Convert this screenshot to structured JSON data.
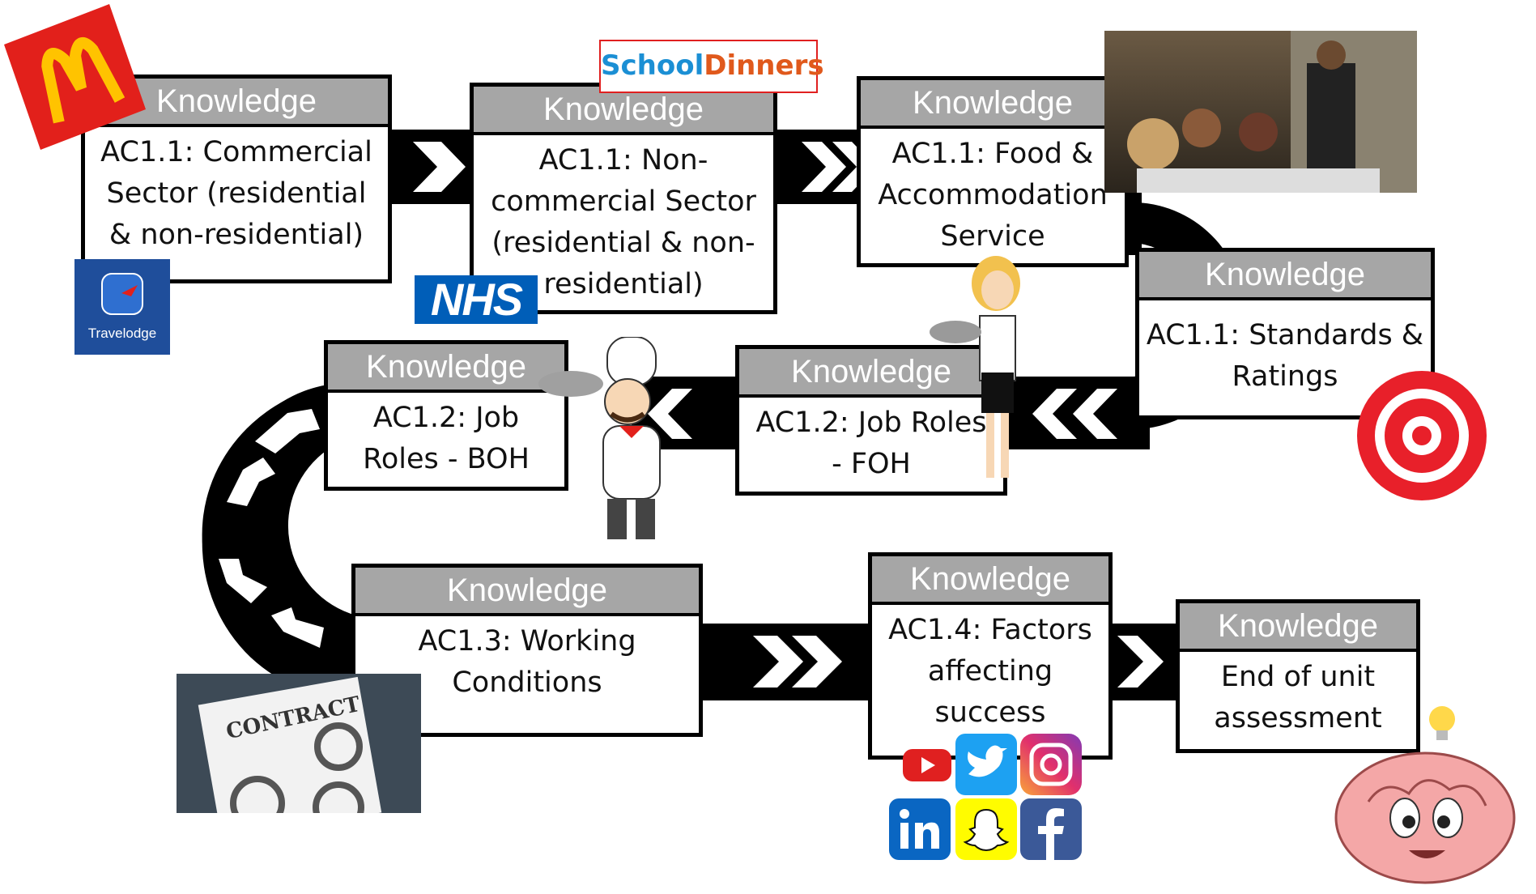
{
  "cards": [
    {
      "header": "Knowledge",
      "lines": [
        "AC1.1: Commercial",
        "Sector (residential",
        "& non-residential)"
      ]
    },
    {
      "header": "Knowledge",
      "lines": [
        "AC1.1: Non-",
        "commercial Sector",
        "(residential & non-",
        "residential)"
      ]
    },
    {
      "header": "Knowledge",
      "lines": [
        "AC1.1: Food &",
        "Accommodation",
        "Service"
      ]
    },
    {
      "header": "Knowledge",
      "lines": [
        "AC1.1: Standards &",
        "Ratings"
      ]
    },
    {
      "header": "Knowledge",
      "lines": [
        "AC1.2: Job Roles",
        "- FOH"
      ]
    },
    {
      "header": "Knowledge",
      "lines": [
        "AC1.2: Job",
        "Roles - BOH"
      ]
    },
    {
      "header": "Knowledge",
      "lines": [
        "AC1.3: Working",
        "Conditions"
      ]
    },
    {
      "header": "Knowledge",
      "lines": [
        "AC1.4: Factors",
        "affecting",
        "success"
      ]
    },
    {
      "header": "Knowledge",
      "lines": [
        "End of unit",
        "assessment"
      ]
    }
  ],
  "logos": {
    "school_dinners_part1": "School",
    "school_dinners_part2": "Dinners",
    "nhs": "NHS",
    "travelodge": "Travelodge",
    "contract": "CONTRACT"
  },
  "colors": {
    "road": "#000000",
    "chevron": "#ffffff",
    "header": "#a6a6a6",
    "mcdonalds_red": "#e2201b",
    "mcdonalds_yellow": "#ffc300",
    "rose_red": "#e8202a"
  },
  "icons": [
    "mcdonalds-logo-icon",
    "school-dinners-logo",
    "nhs-logo",
    "travelodge-logo",
    "restaurant-photo",
    "waitress-icon",
    "chef-icon",
    "red-rose-icon",
    "contract-icon",
    "youtube-icon",
    "twitter-icon",
    "instagram-icon",
    "linkedin-icon",
    "snapchat-icon",
    "facebook-icon",
    "brain-icon",
    "lightbulb-icon"
  ]
}
